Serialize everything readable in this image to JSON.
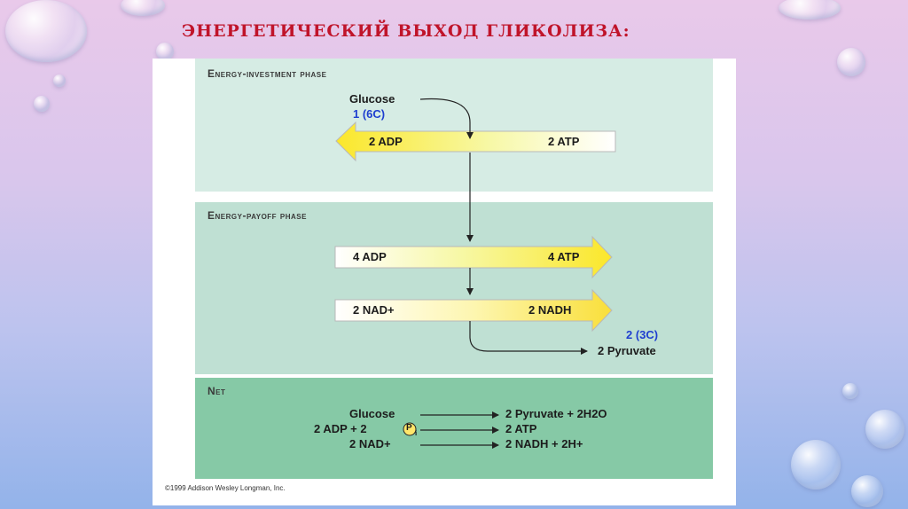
{
  "slide": {
    "title": "ЭНЕРГЕТИЧЕСКИЙ ВЫХОД ГЛИКОЛИЗА:"
  },
  "figure": {
    "investment": {
      "label": "Energy-investment phase",
      "glucose": "Glucose",
      "glucose_count": "1 (6C)",
      "arrow_left": "2 ADP",
      "arrow_right": "2 ATP"
    },
    "payoff": {
      "label": "Energy-payoff phase",
      "arrow1_left": "4 ADP",
      "arrow1_right": "4 ATP",
      "arrow2_left": "2 NAD+",
      "arrow2_right": "2 NADH",
      "pyruvate_count": "2 (3C)",
      "pyruvate": "2 Pyruvate"
    },
    "net": {
      "label": "Net",
      "rows": [
        {
          "left": "Glucose",
          "right": "2 Pyruvate + 2H2O"
        },
        {
          "left": "2 ADP + 2",
          "phosphate": "P",
          "phosphate_sub": "i",
          "right": "2 ATP"
        },
        {
          "left": "2 NAD+",
          "right": "2 NADH + 2H+"
        }
      ]
    },
    "copyright": "©1999 Addison Wesley Longman, Inc."
  },
  "colors": {
    "title": "#c0142a",
    "panel_investment": "#d6ece4",
    "panel_payoff": "#bfe0d3",
    "panel_net": "#86c9a6",
    "arrow_yellow": "#fbf03a",
    "blue_text": "#1f3fd0"
  }
}
